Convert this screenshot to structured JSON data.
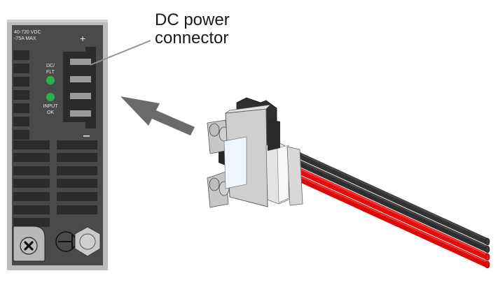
{
  "callout": {
    "line1": "DC power",
    "line2": "connector"
  },
  "panel": {
    "rating_line1": "40-720 VDC",
    "rating_line2": "-75A  MAX",
    "plus_symbol": "+",
    "minus_symbol": "–",
    "led_dc_fault_line1": "DC/",
    "led_dc_fault_line2": "FLT",
    "led_input_ok_line1": "INPUT",
    "led_input_ok_line2": "OK"
  },
  "colors": {
    "panel_frame": "#b4b4b4",
    "panel_face": "#4a4a4a",
    "slot": "#2b2b2b",
    "led_green": "#2db34a",
    "arrow": "#6b6b6b",
    "wire_black": "#333333",
    "wire_red": "#e30d0d",
    "callout_line": "#8a9499"
  },
  "wires": [
    {
      "color": "black"
    },
    {
      "color": "black"
    },
    {
      "color": "red"
    },
    {
      "color": "red"
    }
  ]
}
